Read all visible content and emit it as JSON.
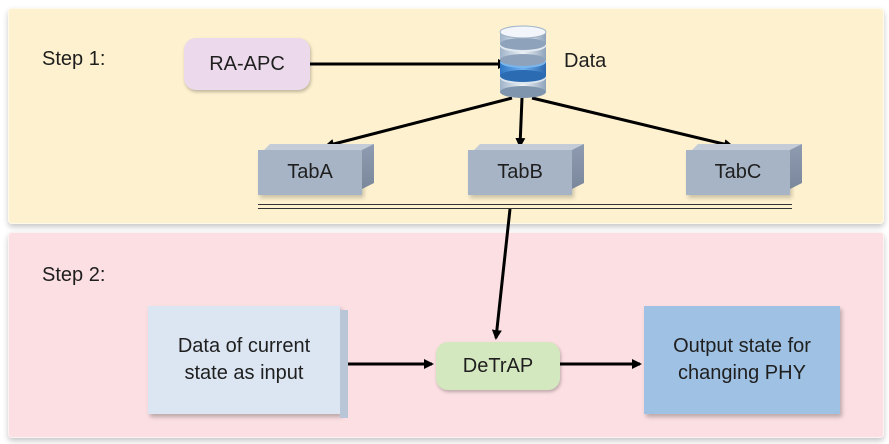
{
  "steps": [
    {
      "label": "Step 1:"
    },
    {
      "label": "Step 2:"
    }
  ],
  "step1": {
    "source": "RA-APC",
    "store": {
      "label": "Data",
      "icon": "database-icon"
    },
    "tables": [
      "TabA",
      "TabB",
      "TabC"
    ]
  },
  "step2": {
    "input": {
      "line1": "Data of current",
      "line2": "state as input"
    },
    "process": "DeTrAP",
    "output": {
      "line1": "Output state for",
      "line2": "changing PHY"
    }
  },
  "colors": {
    "step1_bg": "#fdf1cf",
    "step2_bg": "#fbdfe2",
    "ra_apc": "#ecdaec",
    "tab": "#a7b4c6",
    "input": "#dce6f3",
    "detrap": "#d4e8bf",
    "output": "#9fc1e3"
  }
}
